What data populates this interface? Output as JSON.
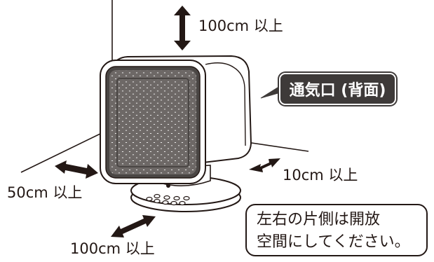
{
  "clearances": {
    "top": "100cm 以上",
    "left": "50cm 以上",
    "right": "10cm 以上",
    "front": "100cm 以上"
  },
  "vent_label": "通気口 (背面)",
  "note": {
    "line1": "左右の片側は開放",
    "line2": "空間にしてください。"
  },
  "colors": {
    "ink": "#231815",
    "callout_fill": "#3e3a39",
    "grille": "#5a5552"
  }
}
